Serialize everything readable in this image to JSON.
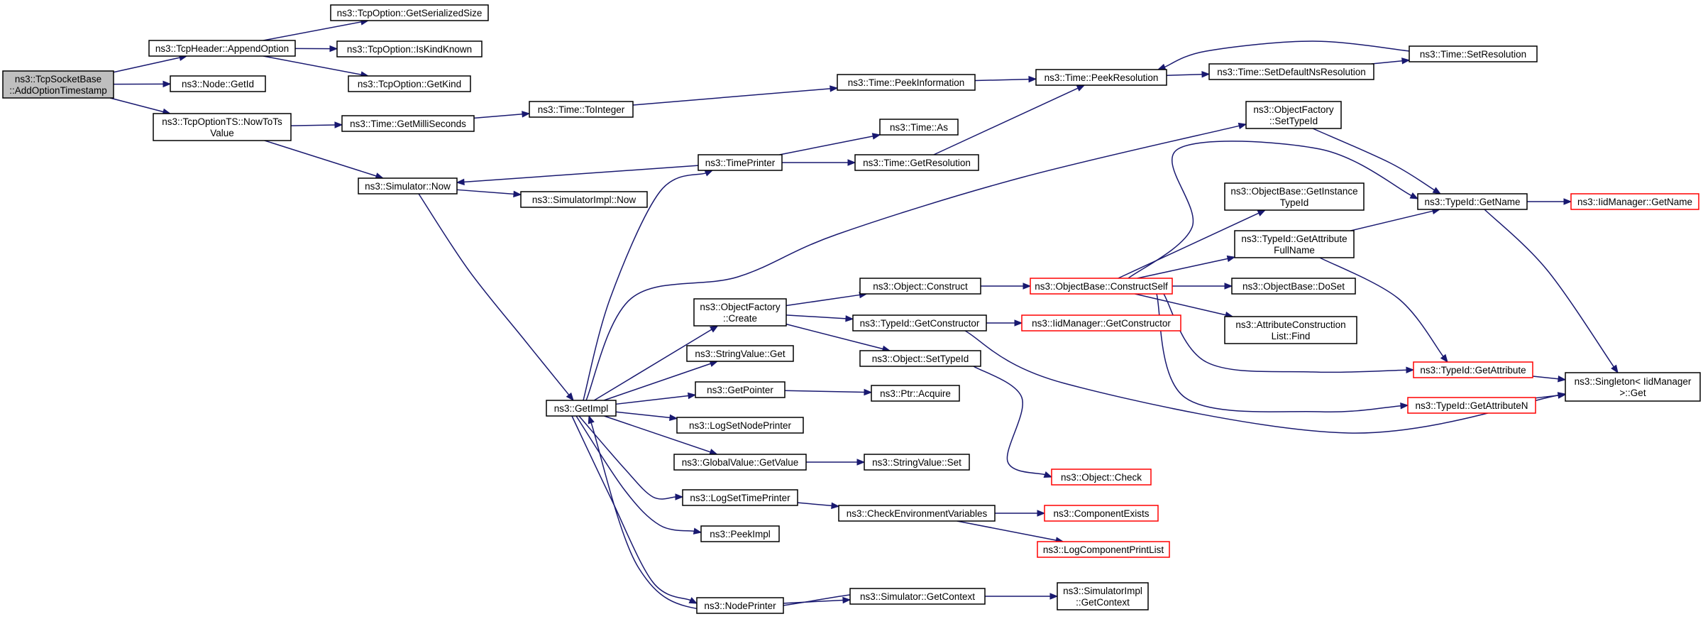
{
  "colors": {
    "edge": "#191970",
    "root_fill": "#bfbfbf",
    "node_fill": "#ffffff",
    "normal_border": "#000000",
    "truncated_border": "#ff0000"
  },
  "nodes": {
    "root": {
      "lines": [
        "ns3::TcpSocketBase",
        "::AddOptionTimestamp"
      ],
      "style": "root"
    },
    "tcpheader_appendoption": {
      "lines": [
        "ns3::TcpHeader::AppendOption"
      ],
      "style": "normal"
    },
    "node_getid": {
      "lines": [
        "ns3::Node::GetId"
      ],
      "style": "normal"
    },
    "tcpoptionts_nowtots": {
      "lines": [
        "ns3::TcpOptionTS::NowToTs",
        "Value"
      ],
      "style": "normal"
    },
    "tcpoption_getserializedsize": {
      "lines": [
        "ns3::TcpOption::GetSerializedSize"
      ],
      "style": "normal"
    },
    "tcpoption_iskindknown": {
      "lines": [
        "ns3::TcpOption::IsKindKnown"
      ],
      "style": "normal"
    },
    "tcpoption_getkind": {
      "lines": [
        "ns3::TcpOption::GetKind"
      ],
      "style": "normal"
    },
    "time_getmilliseconds": {
      "lines": [
        "ns3::Time::GetMilliSeconds"
      ],
      "style": "normal"
    },
    "simulator_now": {
      "lines": [
        "ns3::Simulator::Now"
      ],
      "style": "normal"
    },
    "time_tointeger": {
      "lines": [
        "ns3::Time::ToInteger"
      ],
      "style": "normal"
    },
    "time_peekinformation": {
      "lines": [
        "ns3::Time::PeekInformation"
      ],
      "style": "normal"
    },
    "time_peekresolution": {
      "lines": [
        "ns3::Time::PeekResolution"
      ],
      "style": "normal"
    },
    "time_setdefaultnsresolution": {
      "lines": [
        "ns3::Time::SetDefaultNsResolution"
      ],
      "style": "normal"
    },
    "time_setresolution": {
      "lines": [
        "ns3::Time::SetResolution"
      ],
      "style": "normal"
    },
    "simulatorimpl_now": {
      "lines": [
        "ns3::SimulatorImpl::Now"
      ],
      "style": "normal"
    },
    "timeprinter": {
      "lines": [
        "ns3::TimePrinter"
      ],
      "style": "normal"
    },
    "time_as": {
      "lines": [
        "ns3::Time::As"
      ],
      "style": "normal"
    },
    "time_getresolution": {
      "lines": [
        "ns3::Time::GetResolution"
      ],
      "style": "normal"
    },
    "getimpl": {
      "lines": [
        "ns3::GetImpl"
      ],
      "style": "normal"
    },
    "objectfactory_settypeid": {
      "lines": [
        "ns3::ObjectFactory",
        "::SetTypeId"
      ],
      "style": "normal"
    },
    "objectfactory_create": {
      "lines": [
        "ns3::ObjectFactory",
        "::Create"
      ],
      "style": "normal"
    },
    "stringvalue_get": {
      "lines": [
        "ns3::StringValue::Get"
      ],
      "style": "normal"
    },
    "getpointer": {
      "lines": [
        "ns3::GetPointer"
      ],
      "style": "normal"
    },
    "logsetnodeprinter": {
      "lines": [
        "ns3::LogSetNodePrinter"
      ],
      "style": "normal"
    },
    "globalvalue_getvalue": {
      "lines": [
        "ns3::GlobalValue::GetValue"
      ],
      "style": "normal"
    },
    "logsettimeprinter": {
      "lines": [
        "ns3::LogSetTimePrinter"
      ],
      "style": "normal"
    },
    "peekimpl": {
      "lines": [
        "ns3::PeekImpl"
      ],
      "style": "normal"
    },
    "nodeprinter": {
      "lines": [
        "ns3::NodePrinter"
      ],
      "style": "normal"
    },
    "object_construct": {
      "lines": [
        "ns3::Object::Construct"
      ],
      "style": "normal"
    },
    "typeid_getconstructor": {
      "lines": [
        "ns3::TypeId::GetConstructor"
      ],
      "style": "normal"
    },
    "object_settypeid": {
      "lines": [
        "ns3::Object::SetTypeId"
      ],
      "style": "normal"
    },
    "ptr_acquire": {
      "lines": [
        "ns3::Ptr::Acquire"
      ],
      "style": "normal"
    },
    "stringvalue_set": {
      "lines": [
        "ns3::StringValue::Set"
      ],
      "style": "normal"
    },
    "checkenvironmentvariables": {
      "lines": [
        "ns3::CheckEnvironmentVariables"
      ],
      "style": "normal"
    },
    "simulator_getcontext": {
      "lines": [
        "ns3::Simulator::GetContext"
      ],
      "style": "normal"
    },
    "objectbase_constructself": {
      "lines": [
        "ns3::ObjectBase::ConstructSelf"
      ],
      "style": "truncated"
    },
    "iidmanager_getconstructor": {
      "lines": [
        "ns3::IidManager::GetConstructor"
      ],
      "style": "truncated"
    },
    "object_check": {
      "lines": [
        "ns3::Object::Check"
      ],
      "style": "truncated"
    },
    "componentexists": {
      "lines": [
        "ns3::ComponentExists"
      ],
      "style": "truncated"
    },
    "logcomponentprintlist": {
      "lines": [
        "ns3::LogComponentPrintList"
      ],
      "style": "truncated"
    },
    "simulatorimpl_getcontext": {
      "lines": [
        "ns3::SimulatorImpl",
        "::GetContext"
      ],
      "style": "normal"
    },
    "objectbase_getinstancetypeid": {
      "lines": [
        "ns3::ObjectBase::GetInstance",
        "TypeId"
      ],
      "style": "normal"
    },
    "typeid_getattributefullname": {
      "lines": [
        "ns3::TypeId::GetAttribute",
        "FullName"
      ],
      "style": "normal"
    },
    "objectbase_doset": {
      "lines": [
        "ns3::ObjectBase::DoSet"
      ],
      "style": "normal"
    },
    "attributeconstructionlist_find": {
      "lines": [
        "ns3::AttributeConstruction",
        "List::Find"
      ],
      "style": "normal"
    },
    "typeid_getname": {
      "lines": [
        "ns3::TypeId::GetName"
      ],
      "style": "normal"
    },
    "iidmanager_getname": {
      "lines": [
        "ns3::IidManager::GetName"
      ],
      "style": "truncated"
    },
    "typeid_getattribute": {
      "lines": [
        "ns3::TypeId::GetAttribute"
      ],
      "style": "truncated"
    },
    "typeid_getattributen": {
      "lines": [
        "ns3::TypeId::GetAttributeN"
      ],
      "style": "truncated"
    },
    "singleton_get": {
      "lines": [
        "ns3::Singleton< IidManager",
        " >::Get"
      ],
      "style": "normal"
    }
  },
  "edges": [
    [
      "root",
      "tcpheader_appendoption"
    ],
    [
      "root",
      "node_getid"
    ],
    [
      "root",
      "tcpoptionts_nowtots"
    ],
    [
      "tcpheader_appendoption",
      "tcpoption_getserializedsize"
    ],
    [
      "tcpheader_appendoption",
      "tcpoption_iskindknown"
    ],
    [
      "tcpheader_appendoption",
      "tcpoption_getkind"
    ],
    [
      "tcpoptionts_nowtots",
      "time_getmilliseconds"
    ],
    [
      "tcpoptionts_nowtots",
      "simulator_now"
    ],
    [
      "time_getmilliseconds",
      "time_tointeger"
    ],
    [
      "time_tointeger",
      "time_peekinformation"
    ],
    [
      "time_peekinformation",
      "time_peekresolution"
    ],
    [
      "time_peekresolution",
      "time_setdefaultnsresolution"
    ],
    [
      "time_setdefaultnsresolution",
      "time_setresolution"
    ],
    [
      "time_setresolution",
      "time_peekresolution"
    ],
    [
      "simulator_now",
      "simulatorimpl_now"
    ],
    [
      "simulator_now",
      "getimpl"
    ],
    [
      "timeprinter",
      "simulator_now"
    ],
    [
      "timeprinter",
      "time_as"
    ],
    [
      "timeprinter",
      "time_getresolution"
    ],
    [
      "time_getresolution",
      "time_peekresolution"
    ],
    [
      "getimpl",
      "timeprinter"
    ],
    [
      "getimpl",
      "objectfactory_settypeid"
    ],
    [
      "getimpl",
      "objectfactory_create"
    ],
    [
      "getimpl",
      "stringvalue_get"
    ],
    [
      "getimpl",
      "getpointer"
    ],
    [
      "getimpl",
      "logsetnodeprinter"
    ],
    [
      "getimpl",
      "globalvalue_getvalue"
    ],
    [
      "getimpl",
      "logsettimeprinter"
    ],
    [
      "getimpl",
      "peekimpl"
    ],
    [
      "getimpl",
      "nodeprinter"
    ],
    [
      "simulator_getcontext",
      "getimpl"
    ],
    [
      "simulator_getcontext",
      "simulatorimpl_getcontext"
    ],
    [
      "nodeprinter",
      "simulator_getcontext"
    ],
    [
      "objectfactory_create",
      "object_construct"
    ],
    [
      "objectfactory_create",
      "typeid_getconstructor"
    ],
    [
      "objectfactory_create",
      "object_settypeid"
    ],
    [
      "typeid_getconstructor",
      "iidmanager_getconstructor"
    ],
    [
      "typeid_getconstructor",
      "singleton_get"
    ],
    [
      "object_settypeid",
      "object_check"
    ],
    [
      "getpointer",
      "ptr_acquire"
    ],
    [
      "globalvalue_getvalue",
      "stringvalue_set"
    ],
    [
      "logsettimeprinter",
      "checkenvironmentvariables"
    ],
    [
      "checkenvironmentvariables",
      "componentexists"
    ],
    [
      "checkenvironmentvariables",
      "logcomponentprintlist"
    ],
    [
      "object_construct",
      "objectbase_constructself"
    ],
    [
      "objectbase_constructself",
      "typeid_getname"
    ],
    [
      "objectbase_constructself",
      "objectbase_getinstancetypeid"
    ],
    [
      "objectbase_constructself",
      "typeid_getattributefullname"
    ],
    [
      "objectbase_constructself",
      "objectbase_doset"
    ],
    [
      "objectbase_constructself",
      "attributeconstructionlist_find"
    ],
    [
      "objectbase_constructself",
      "typeid_getattribute"
    ],
    [
      "objectbase_constructself",
      "typeid_getattributen"
    ],
    [
      "objectfactory_settypeid",
      "typeid_getname"
    ],
    [
      "typeid_getattributefullname",
      "typeid_getname"
    ],
    [
      "typeid_getattributefullname",
      "typeid_getattribute"
    ],
    [
      "typeid_getname",
      "iidmanager_getname"
    ],
    [
      "typeid_getname",
      "singleton_get"
    ],
    [
      "typeid_getattribute",
      "singleton_get"
    ],
    [
      "typeid_getattributen",
      "singleton_get"
    ]
  ]
}
